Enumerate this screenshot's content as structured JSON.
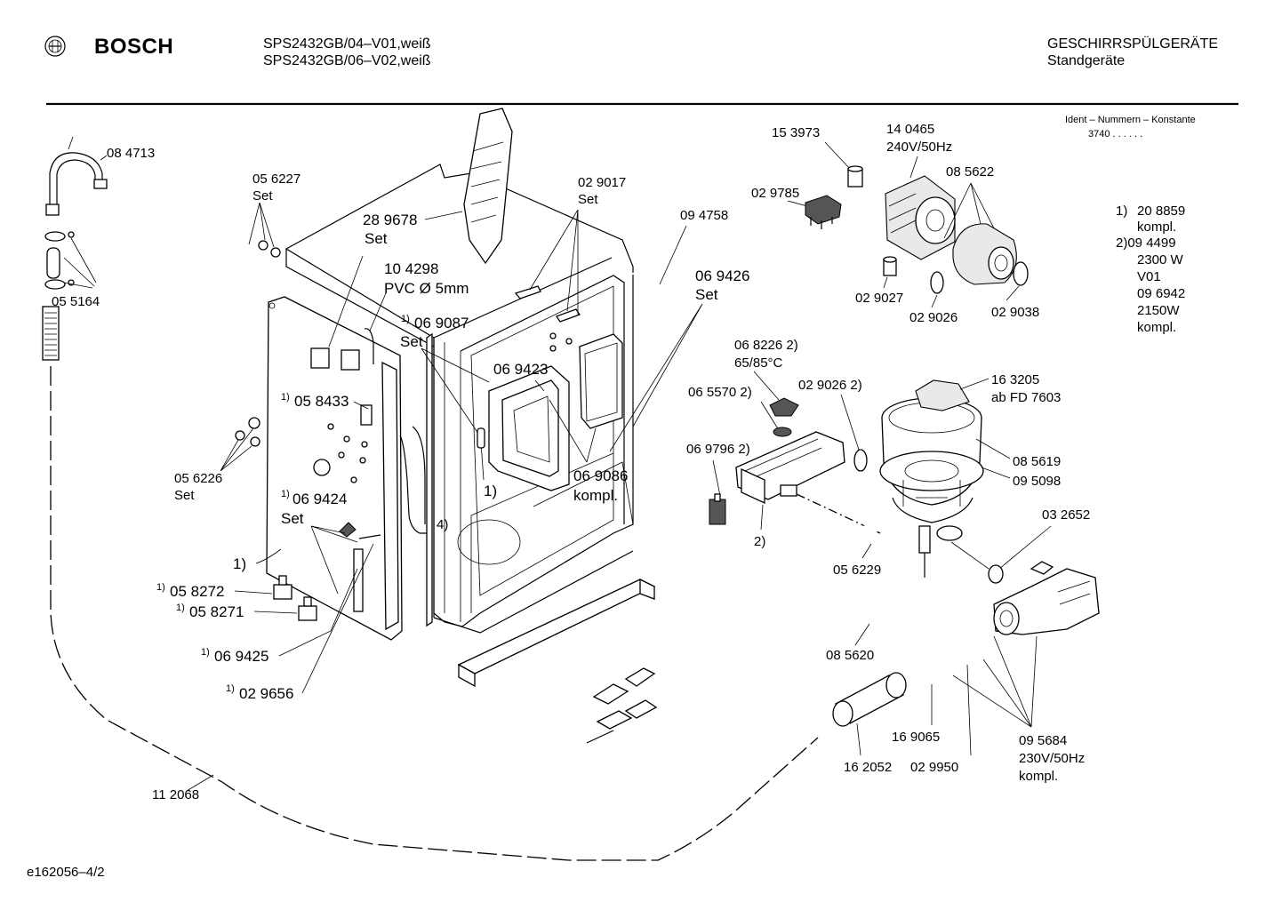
{
  "header": {
    "brand": "BOSCH",
    "models": [
      "SPS2432GB/04–V01,weiß",
      "SPS2432GB/06–V02,weiß"
    ],
    "category": "GESCHIRRSPÜLGERÄTE",
    "subcategory": "Standgeräte"
  },
  "ident": {
    "title": "Ident – Nummern – Konstante",
    "value": "3740 . .   . . . ."
  },
  "notes": {
    "n1_label": "1)",
    "n1_value": "20 8859",
    "n1_sub": "kompl.",
    "n2_label": "2)09 4499",
    "n2_line1": "2300 W",
    "n2_line2": "V01",
    "n2_line3": "09 6942",
    "n2_line4": "2150W",
    "n2_line5": "kompl."
  },
  "footer": {
    "code": "e162056–4/2"
  },
  "labels": {
    "p084713": "08 4713",
    "p055164": "05 5164",
    "p056227": "05 6227",
    "p056227_set": "Set",
    "p289678": "28 9678",
    "p289678_set": "Set",
    "p104298": "10 4298",
    "p104298_pvc": "PVC Ø 5mm",
    "p069087_sup": "1)",
    "p069087": "06 9087",
    "p069087_set": "Set",
    "p029017": "02 9017",
    "p029017_set": "Set",
    "p094758": "09 4758",
    "p069426": "06 9426",
    "p069426_set": "Set",
    "p069423": "06 9423",
    "p069086": "06 9086",
    "p069086_kompl": "kompl.",
    "p058433_sup": "1)",
    "p058433": "05 8433",
    "p056226": "05 6226",
    "p056226_set": "Set",
    "p069424_sup": "1)",
    "p069424": "06 9424",
    "p069424_set": "Set",
    "one_a": "1)",
    "one_b": "1)",
    "four": "4)",
    "p058272_sup": "1)",
    "p058272": "05 8272",
    "p058271_sup": "1)",
    "p058271": "05 8271",
    "p069425_sup": "1)",
    "p069425": "06 9425",
    "p029656_sup": "1)",
    "p029656": "02 9656",
    "p112068": "11 2068",
    "p153973": "15 3973",
    "p140465": "14 0465",
    "p140465_v": "240V/50Hz",
    "p029785": "02 9785",
    "p085622": "08 5622",
    "p029027": "02 9027",
    "p029026": "02 9026",
    "p029038": "02 9038",
    "p068226": "06 8226  2)",
    "p068226_t": "65/85°C",
    "p065570": "06 5570 2)",
    "p029026b": "02 9026 2)",
    "p069796": "06 9796 2)",
    "two": "2)",
    "p163205": "16 3205",
    "p163205_ab": "ab FD 7603",
    "p085619": "08 5619",
    "p095098": "09 5098",
    "p032652": "03 2652",
    "p056229": "05 6229",
    "p085620": "08 5620",
    "p162052": "16 2052",
    "p169065": "16 9065",
    "p029950": "02 9950",
    "p095684": "09 5684",
    "p095684_v": "230V/50Hz",
    "p095684_k": "kompl."
  }
}
